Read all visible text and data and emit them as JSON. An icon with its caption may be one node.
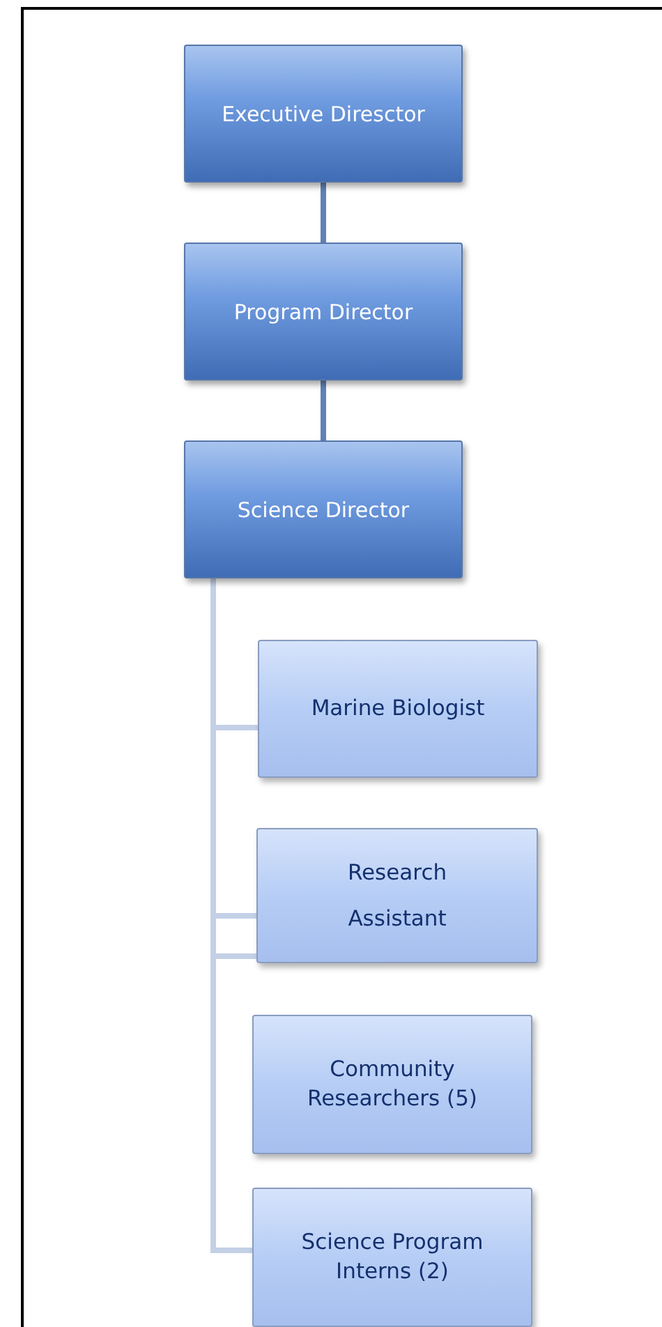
{
  "diagram": {
    "nodes": [
      {
        "text": [
          "Executive Diresctor"
        ]
      },
      {
        "text": [
          "Program Director"
        ]
      },
      {
        "text": [
          "Science Director"
        ]
      },
      {
        "text": [
          "Marine Biologist"
        ]
      },
      {
        "text": [
          "Research Assistant"
        ]
      },
      {
        "text": [
          "Community Researchers (5)"
        ]
      },
      {
        "text": [
          "Science Program Interns (2)"
        ]
      }
    ],
    "edges": [
      {
        "from": 0,
        "to": 1,
        "arrow": "none",
        "color": "#5f82b8"
      },
      {
        "from": 1,
        "to": 2,
        "arrow": "none",
        "color": "#5f82b8"
      },
      {
        "from": 2,
        "to": 3,
        "arrow": "none"
      },
      {
        "from": 2,
        "to": 4,
        "arrow": "none"
      },
      {
        "from": 2,
        "to": 4,
        "arrow": "none"
      },
      {
        "from": 2,
        "to": 6,
        "arrow": "none"
      }
    ]
  }
}
